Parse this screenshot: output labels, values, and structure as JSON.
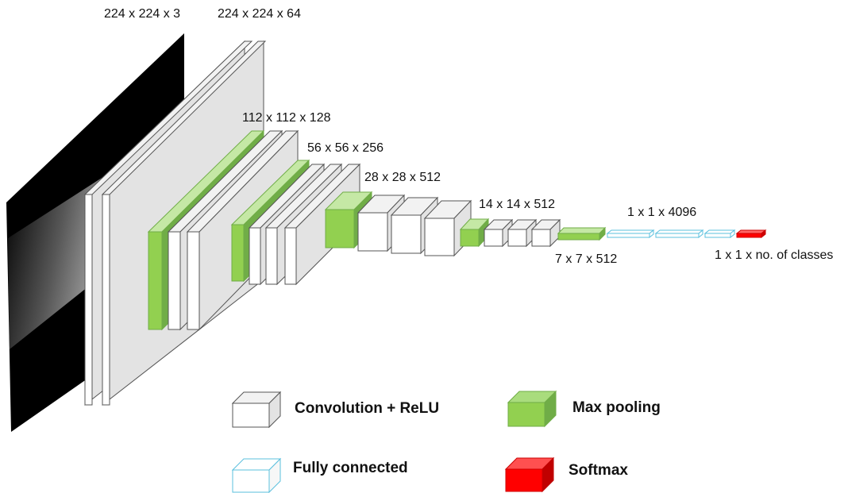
{
  "diagram": {
    "layer_dims": {
      "input": "224 x 224 x 3",
      "conv1": "224 x 224 x 64",
      "conv2": "112 x 112 x 128",
      "conv3": "56 x 56 x 256",
      "conv4": "28 x 28 x 512",
      "conv5": "14 x 14 x 512",
      "pool5": "7 x 7 x 512",
      "fc": "1 x 1 x 4096",
      "softmax": "1 x 1 x no. of classes"
    },
    "legend": {
      "conv": "Convolution + ReLU",
      "pool": "Max pooling",
      "fc": "Fully connected",
      "softmax": "Softmax"
    },
    "colors": {
      "conv_face": "#ffffff",
      "conv_side": "#d9d9d9",
      "pool_face": "#92d050",
      "pool_side": "#70ad47",
      "fc_outline": "#5bc0de",
      "softmax": "#ff0000",
      "input_image": "#000000"
    }
  }
}
